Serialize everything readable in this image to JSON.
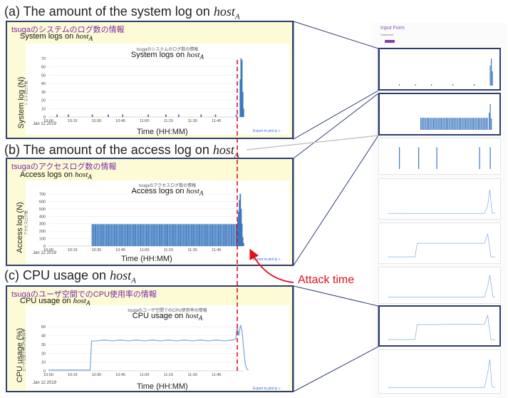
{
  "sections": {
    "a": {
      "heading": "(a) The amount of the system log on ",
      "host": "host",
      "sub": "A"
    },
    "b": {
      "heading": "(b) The amount of the access log on ",
      "host": "host",
      "sub": "A"
    },
    "c": {
      "heading": "(c) CPU usage on ",
      "host": "host",
      "sub": "A"
    }
  },
  "panels": {
    "a": {
      "title": "tsugaのシステムのログ数の情報",
      "subtitle": "System logs on ",
      "chart_small_title": "tsugaのシステムのログ数の情報",
      "chart_title": "System logs on ",
      "host": "host",
      "sub": "A",
      "ylabel": "System log (N)",
      "ylabel_jp": "システムログ数",
      "xlabel": "Time (HH:MM)",
      "date": "Jan 12 2019",
      "export": "Export to plot.ly »"
    },
    "b": {
      "title": "tsugaのアクセスログ数の情報",
      "subtitle": "Access logs on ",
      "chart_small_title": "tsugaのアクセスログ数の情報",
      "chart_title": "Access logs on ",
      "host": "host",
      "sub": "A",
      "ylabel": "Access log (N)",
      "ylabel_jp": "アクセスログ数",
      "xlabel": "Time (HH:MM)",
      "date": "Jan 12 2019",
      "export": "Export to plot.ly »"
    },
    "c": {
      "title": "tsugaのユーザ空間でのCPU使用率の情報",
      "subtitle": "CPU usage on ",
      "chart_small_title": "tsugaのユーザ空間でのCPU使用率の情報",
      "chart_title": "CPU usage on ",
      "host": "host",
      "sub": "A",
      "ylabel": "CPU usage (%)",
      "ylabel_jp": "ユーザ空間でのCPU使用率",
      "xlabel": "Time (HH:MM)",
      "date": "Jan 12 2019",
      "export": "Export to plot.ly »"
    }
  },
  "annotation": {
    "label": "Attack time",
    "color": "#e0101a"
  },
  "sidebar": {
    "form_title": "Input Form",
    "form_line": "Hostname"
  },
  "colors": {
    "bar": "#3b78bf",
    "line": "#6a9fd6",
    "panel_border": "#2e3f6e",
    "panel_bg": "#fdfbd6",
    "accent": "#7a2aa3"
  },
  "chart_data": [
    {
      "type": "bar",
      "id": "a",
      "x_ticks": [
        "10:00",
        "10:15",
        "10:30",
        "10:45",
        "11:00",
        "11:15",
        "11:30",
        "11:45"
      ],
      "x_range_minutes": [
        0,
        122
      ],
      "ylim": [
        0,
        70
      ],
      "y_ticks": [
        0,
        10,
        20,
        30,
        40,
        50,
        60,
        70
      ],
      "x": [
        5,
        12,
        27,
        37,
        46,
        62,
        73,
        81,
        95,
        104,
        117,
        119.5,
        120,
        120.5,
        121,
        121.5
      ],
      "values": [
        3,
        3,
        3,
        3,
        3,
        3,
        3,
        3,
        3,
        3,
        3,
        45,
        70,
        68,
        30,
        10
      ],
      "attack_x": 118,
      "xlabel": "Time (HH:MM)",
      "ylabel": "System log (N)"
    },
    {
      "type": "bar",
      "id": "b",
      "x_ticks": [
        "10:00",
        "10:15",
        "10:30",
        "10:45",
        "11:00",
        "11:15",
        "11:30",
        "11:45"
      ],
      "x_range_minutes": [
        0,
        122
      ],
      "ylim": [
        0,
        700
      ],
      "y_ticks": [
        0,
        100,
        200,
        300,
        400,
        500,
        600,
        700
      ],
      "plateau": {
        "start": 27,
        "end": 117,
        "step": 1,
        "value": 295
      },
      "x": [
        117.5,
        118,
        118.5,
        119,
        119.5,
        120,
        120.5,
        121,
        121.5
      ],
      "values": [
        300,
        350,
        460,
        620,
        700,
        500,
        300,
        120,
        40
      ],
      "attack_x": 118,
      "xlabel": "Time (HH:MM)",
      "ylabel": "Access log (N)"
    },
    {
      "type": "line",
      "id": "c",
      "x_ticks": [
        "10:00",
        "10:15",
        "10:30",
        "10:45",
        "11:00",
        "11:15",
        "11:30",
        "11:45"
      ],
      "x_range_minutes": [
        0,
        122
      ],
      "ylim": [
        0,
        55
      ],
      "y_ticks": [
        0,
        10,
        20,
        30,
        40,
        50
      ],
      "x": [
        0,
        25,
        26,
        27,
        30,
        35,
        40,
        45,
        50,
        55,
        60,
        65,
        70,
        75,
        80,
        85,
        90,
        95,
        100,
        105,
        110,
        115,
        117,
        118,
        119,
        120,
        121,
        122,
        123,
        124,
        125
      ],
      "values": [
        1,
        1,
        1,
        34,
        34,
        35,
        34,
        35,
        34,
        35,
        34,
        35,
        34,
        35,
        34,
        35,
        34,
        35,
        34,
        35,
        34,
        35,
        36,
        50,
        40,
        52,
        45,
        25,
        8,
        2,
        1
      ],
      "attack_x": 118,
      "xlabel": "Time (HH:MM)",
      "ylabel": "CPU usage (%)"
    }
  ]
}
